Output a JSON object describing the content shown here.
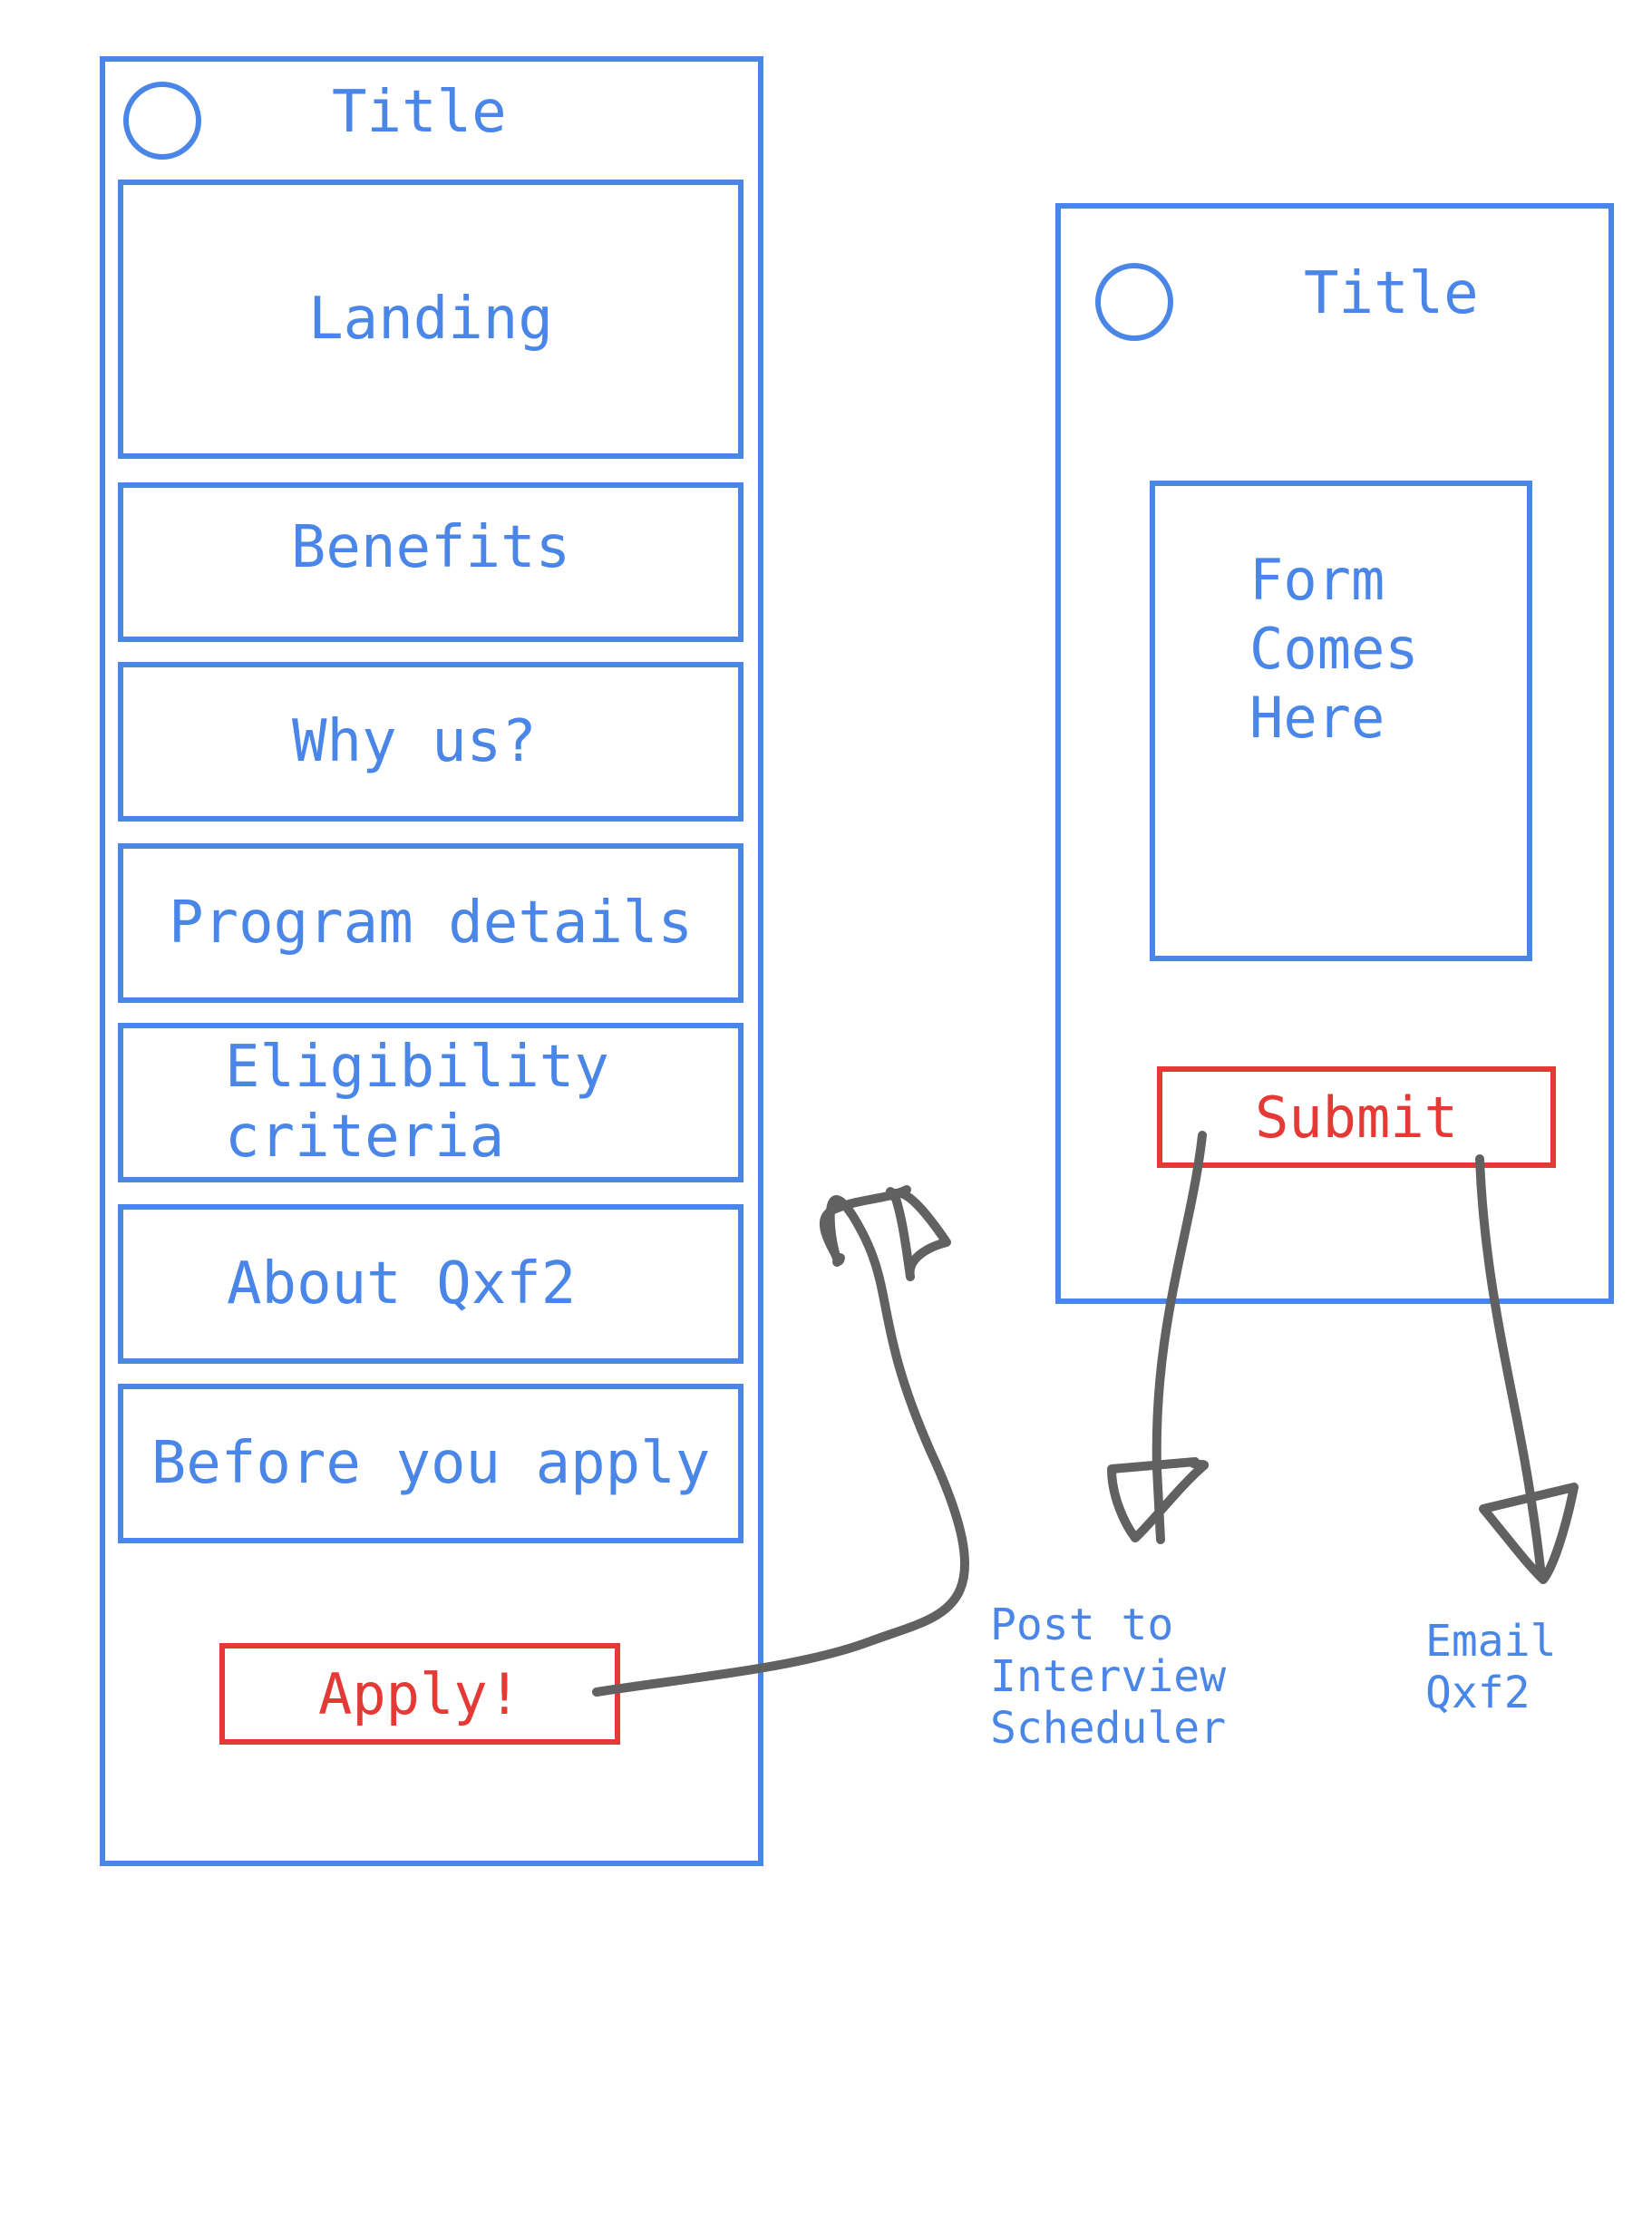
{
  "landing_screen": {
    "title": "Title",
    "sections": [
      "Landing",
      "Benefits",
      "Why us?",
      "Program details",
      "Eligibility\ncriteria",
      "About Qxf2",
      "Before you apply"
    ],
    "apply_button": "Apply!"
  },
  "form_screen": {
    "title": "Title",
    "form_placeholder": "Form\nComes\nHere",
    "submit_button": "Submit"
  },
  "outcomes": {
    "post": "Post to\nInterview\nScheduler",
    "email": "Email\nQxf2"
  },
  "colors": {
    "wireframe": "#4a86e8",
    "action": "#e53935",
    "arrow": "#616161"
  }
}
